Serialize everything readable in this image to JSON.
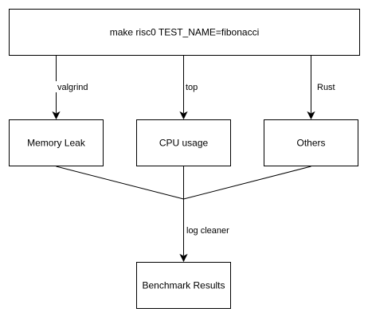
{
  "nodes": {
    "command": "make risc0 TEST_NAME=fibonacci",
    "memory_leak": "Memory Leak",
    "cpu_usage": "CPU usage",
    "others": "Others",
    "results": "Benchmark Results"
  },
  "edges": {
    "valgrind": "valgrind",
    "top": "top",
    "rust": "Rust",
    "log_cleaner": "log cleaner"
  },
  "colors": {
    "stroke": "#000000",
    "fill": "#ffffff",
    "text": "#000000"
  }
}
